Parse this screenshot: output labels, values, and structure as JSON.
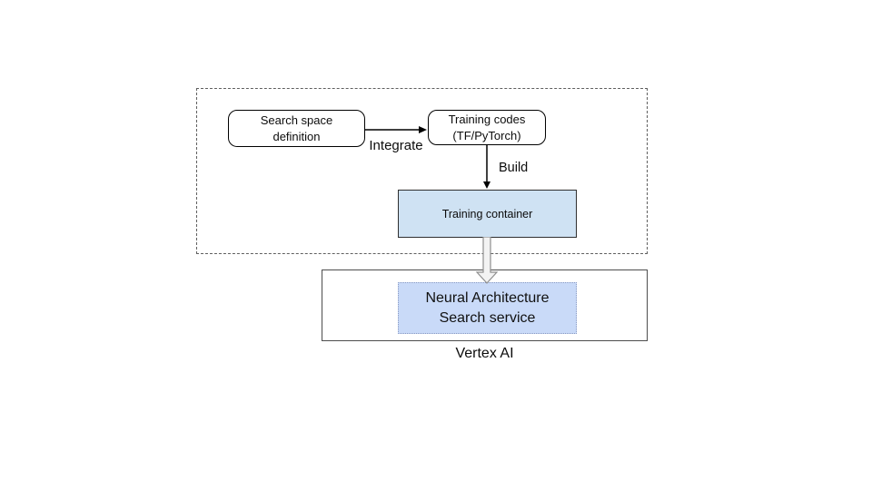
{
  "diagram": {
    "boxes": {
      "search_space": {
        "label": "Search space\ndefinition"
      },
      "training_codes": {
        "label": "Training codes\n(TF/PyTorch)"
      },
      "training_container": {
        "label": "Training container",
        "fill": "#cfe2f3"
      },
      "nas_service": {
        "label": "Neural Architecture\nSearch service",
        "fill": "#c9daf8"
      }
    },
    "edges": {
      "integrate": {
        "label": "Integrate"
      },
      "build": {
        "label": "Build"
      }
    },
    "platform_label": "Vertex AI"
  }
}
